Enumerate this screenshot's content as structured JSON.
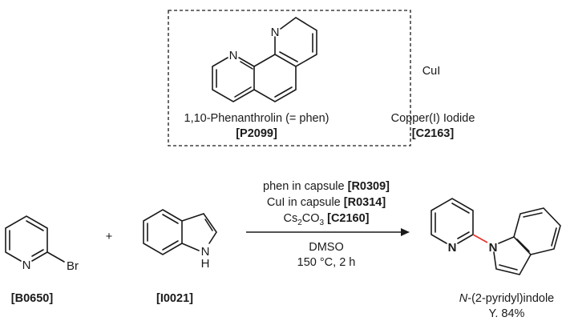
{
  "catalyst_box": {
    "ligand": {
      "name": "1,10-Phenanthrolin (= phen)",
      "code": "[P2099]",
      "atoms": [
        "N",
        "N"
      ]
    },
    "copper": {
      "formula": "CuI",
      "name": "Copper(I) Iodide",
      "code": "[C2163]"
    }
  },
  "reactants": [
    {
      "code": "[B0650]",
      "atoms": [
        "N",
        "Br"
      ]
    },
    {
      "code": "[I0021]",
      "atoms": [
        "N",
        "H"
      ]
    }
  ],
  "plus": "+",
  "conditions": {
    "line1": {
      "text": "phen in capsule ",
      "code": "[R0309]"
    },
    "line2": {
      "text": "CuI in capsule ",
      "code": "[R0314]"
    },
    "line3": {
      "cs": "Cs",
      "sub1": "2",
      "co": "CO",
      "sub2": "3",
      "code": " [C2160]"
    },
    "solvent": "DMSO",
    "temp_time": "150 °C, 2 h"
  },
  "product": {
    "name_italic": "N",
    "name_rest": "-(2-pyridyl)indole",
    "yield": "Y. 84%",
    "atoms": [
      "N",
      "N"
    ],
    "new_bond_color": "#e8302a"
  }
}
